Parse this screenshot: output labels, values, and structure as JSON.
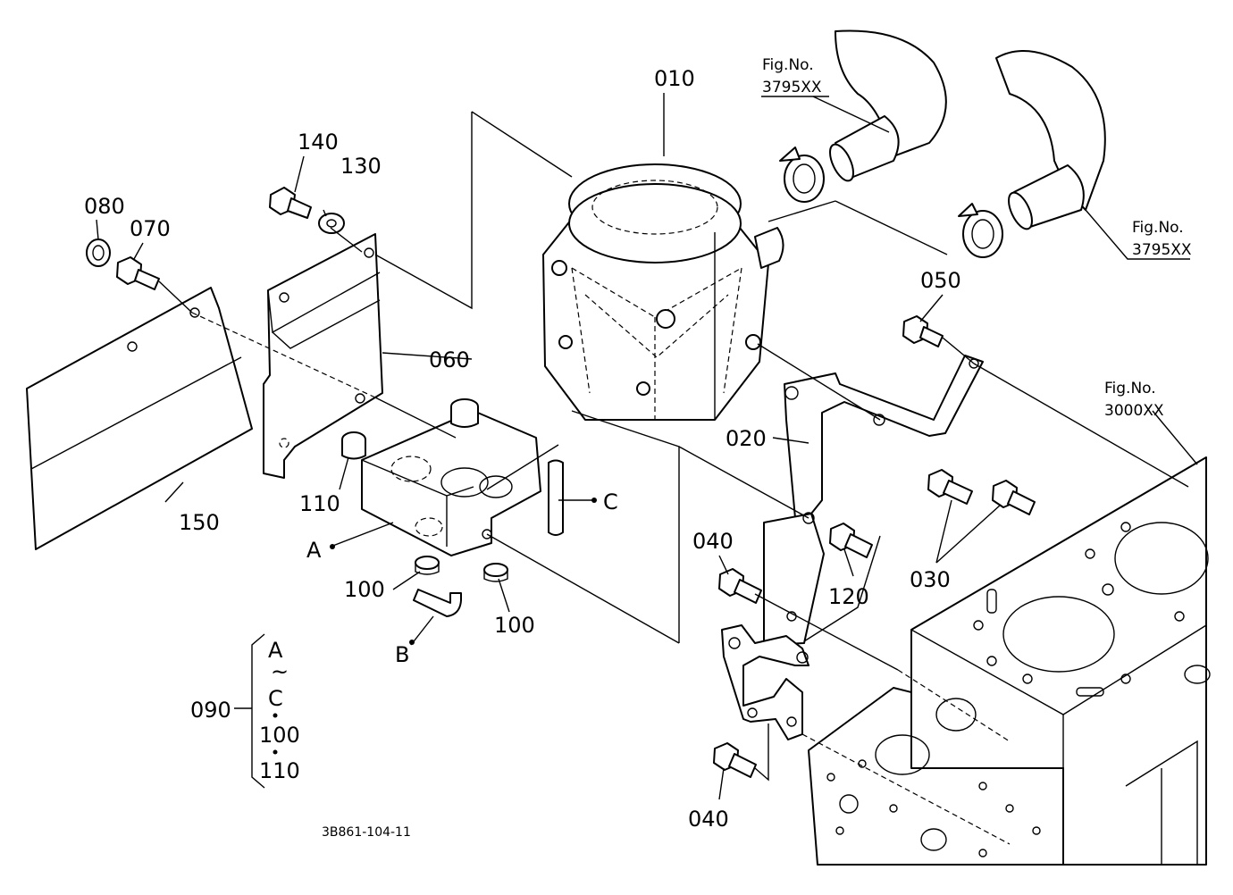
{
  "diagram": {
    "drawing_number": "3B861-104-11",
    "part_callouts": {
      "p010": "010",
      "p020": "020",
      "p030": "030",
      "p040_top": "040",
      "p040_bottom": "040",
      "p050": "050",
      "p060": "060",
      "p070": "070",
      "p080": "080",
      "p090": "090",
      "p100_left": "100",
      "p100_right": "100",
      "p110": "110",
      "p120": "120",
      "p130": "130",
      "p140": "140",
      "p150": "150"
    },
    "point_labels": {
      "a": "A",
      "b": "B",
      "c": "C"
    },
    "figure_refs": {
      "hose_top_label": "Fig.No.",
      "hose_top_number": "3795XX",
      "hose_right_label": "Fig.No.",
      "hose_right_number": "3795XX",
      "block_label": "Fig.No.",
      "block_number": "3000XX"
    },
    "kit_090": {
      "line1": "A",
      "line2": "~",
      "line3": "C",
      "line4": "100",
      "line5": "110"
    }
  }
}
